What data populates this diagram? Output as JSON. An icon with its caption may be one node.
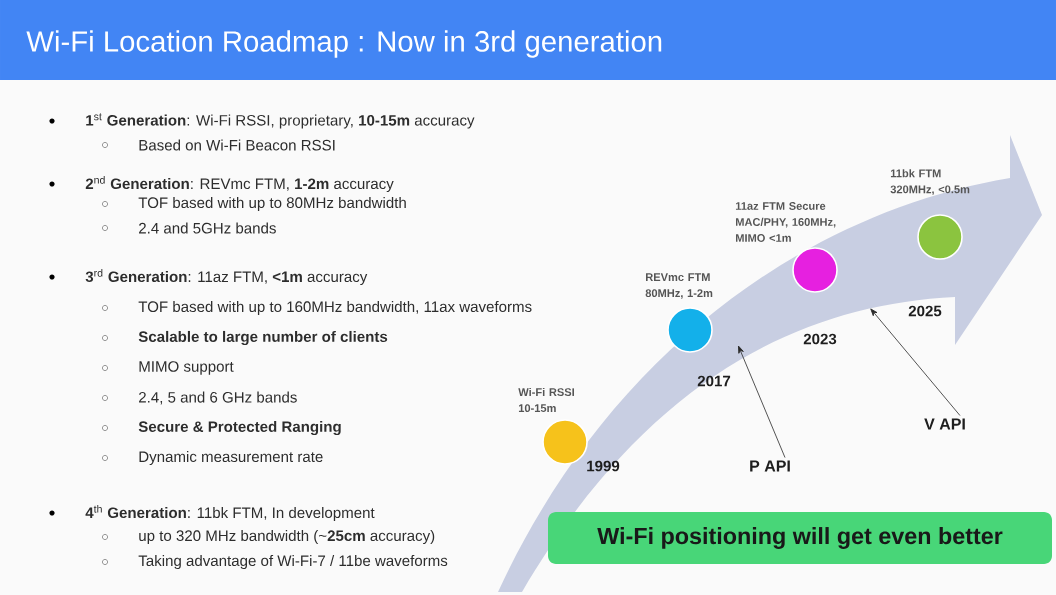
{
  "diagram": {
    "title": "Wi-Fi Location Roadmap : Now in 3rd generation",
    "nodes": [
      {
        "text": [],
        "shape": "arrow"
      },
      {
        "text": [],
        "shape": "circle",
        "in": 0
      },
      {
        "text": [],
        "shape": "circle",
        "in": 0
      },
      {
        "text": [],
        "shape": "circle",
        "in": 0
      },
      {
        "text": [],
        "shape": "circle",
        "in": 0
      },
      {
        "text": [
          "P API"
        ]
      },
      {
        "text": [
          "V API"
        ]
      },
      {
        "text": [
          "Wi-Fi positioning will get even better"
        ]
      }
    ],
    "edges": [
      {
        "from": 5,
        "to": 0,
        "arrow": "to"
      },
      {
        "from": 6,
        "to": 0,
        "arrow": "to"
      }
    ],
    "labels": [
      "**1**$^{st}$ **Generation**: Wi-Fi RSSI, proprietary, **10-15m** accuracy",
      "Based on Wi-Fi Beacon RSSI",
      "**2**$^{nd}$ **Generation**: REVmc FTM, **1-2m** accuracy",
      "TOF based with up to 80MHz bandwidth",
      "2.4 and 5GHz bands",
      "**3**$^{rd}$ **Generation**: 11az FTM, **<1m** accuracy",
      "TOF based with up to 160MHz bandwidth, 11ax waveforms",
      "**Scalable to large number of clients**",
      "MIMO support",
      "2.4, 5 and 6 GHz bands",
      "**Secure & Protected Ranging**",
      "Dynamic measurement rate",
      "**4**$^{th}$ **Generation**: 11bk FTM, In development",
      "up to 320 MHz bandwidth (~**25cm** accuracy)",
      "Taking advantage of Wi-Fi-7 / 11be waveforms",
      "11bk FTM 320MHz, <0.5m",
      "11az FTM Secure MAC/PHY, 160MHz, MIMO <1m",
      "REVmc FTM 80MHz, 1-2m",
      "2025",
      "2023",
      "2017",
      "Wi-Fi RSSI 10-15m",
      "1999"
    ]
  }
}
